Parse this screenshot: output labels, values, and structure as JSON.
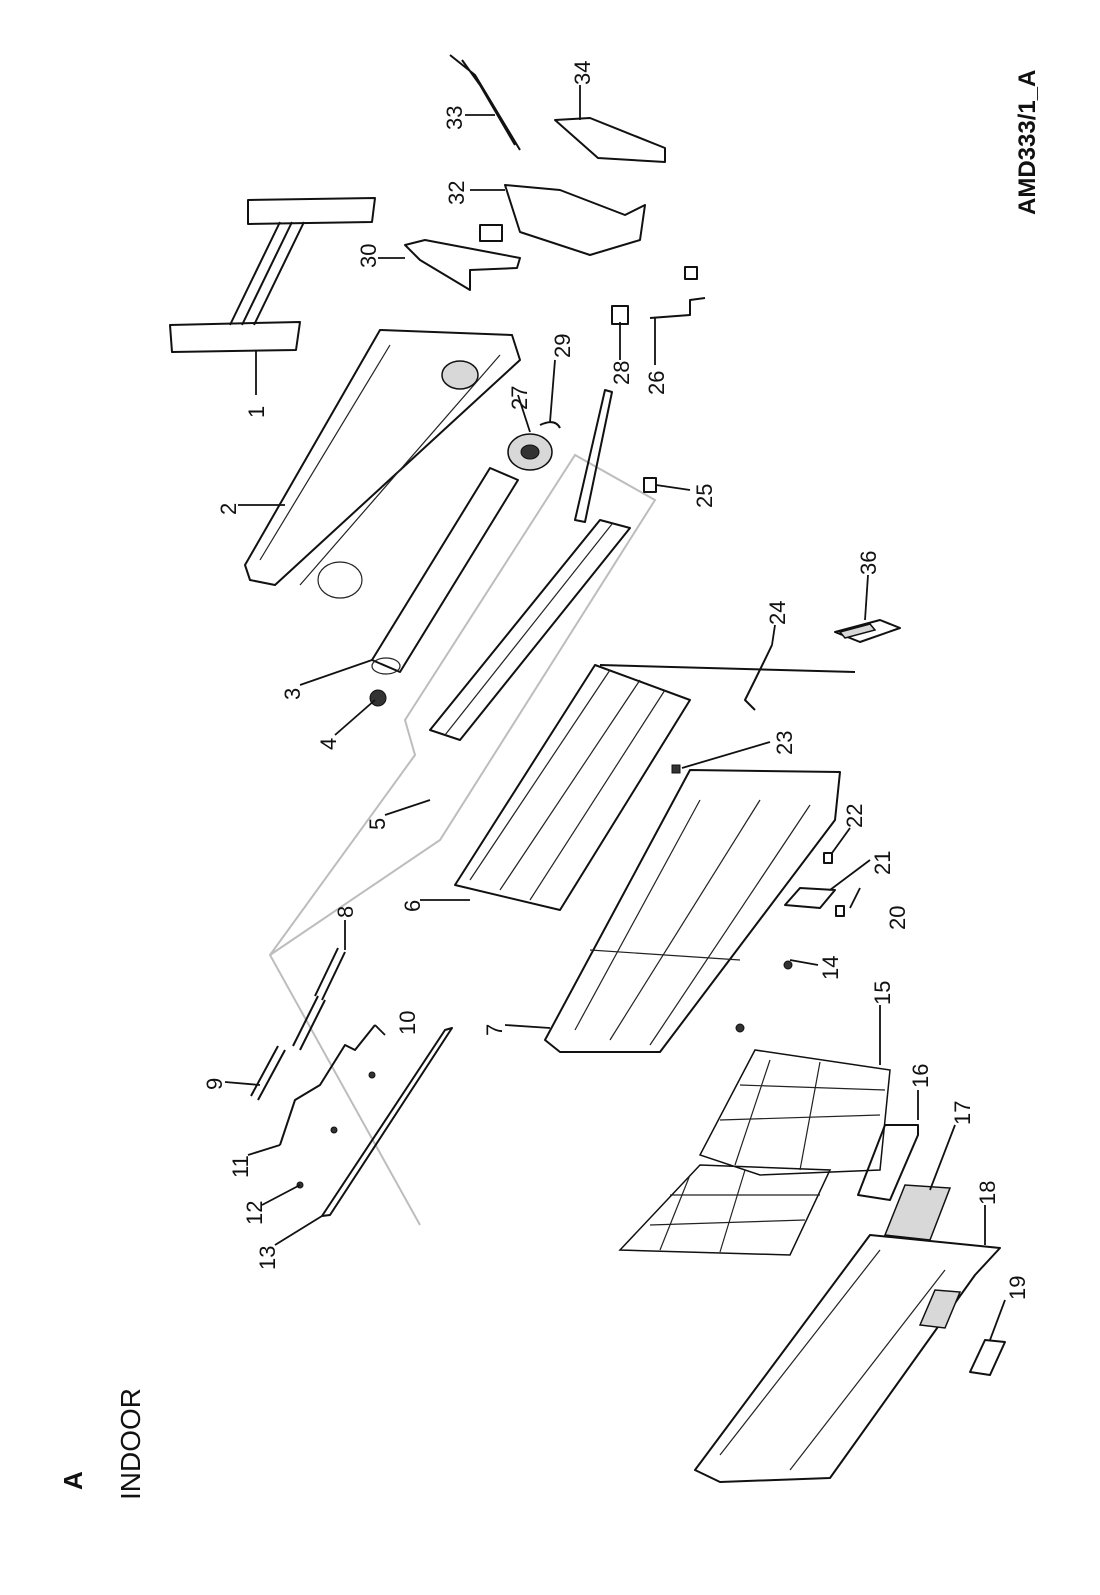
{
  "diagram": {
    "section_letter": "A",
    "section_title": "INDOOR",
    "drawing_code": "AMD333/1_A",
    "callouts": [
      {
        "id": "c1",
        "label": "1"
      },
      {
        "id": "c2",
        "label": "2"
      },
      {
        "id": "c3",
        "label": "3"
      },
      {
        "id": "c4",
        "label": "4"
      },
      {
        "id": "c5",
        "label": "5"
      },
      {
        "id": "c6",
        "label": "6"
      },
      {
        "id": "c7",
        "label": "7"
      },
      {
        "id": "c8",
        "label": "8"
      },
      {
        "id": "c9",
        "label": "9"
      },
      {
        "id": "c10",
        "label": "10"
      },
      {
        "id": "c11",
        "label": "11"
      },
      {
        "id": "c12",
        "label": "12"
      },
      {
        "id": "c13",
        "label": "13"
      },
      {
        "id": "c14",
        "label": "14"
      },
      {
        "id": "c15",
        "label": "15"
      },
      {
        "id": "c16",
        "label": "16"
      },
      {
        "id": "c17",
        "label": "17"
      },
      {
        "id": "c18",
        "label": "18"
      },
      {
        "id": "c19",
        "label": "19"
      },
      {
        "id": "c20",
        "label": "20"
      },
      {
        "id": "c21",
        "label": "21"
      },
      {
        "id": "c22",
        "label": "22"
      },
      {
        "id": "c23",
        "label": "23"
      },
      {
        "id": "c24",
        "label": "24"
      },
      {
        "id": "c25",
        "label": "25"
      },
      {
        "id": "c26",
        "label": "26"
      },
      {
        "id": "c27",
        "label": "27"
      },
      {
        "id": "c28",
        "label": "28"
      },
      {
        "id": "c29",
        "label": "29"
      },
      {
        "id": "c30",
        "label": "30"
      },
      {
        "id": "c32",
        "label": "32"
      },
      {
        "id": "c33",
        "label": "33"
      },
      {
        "id": "c34",
        "label": "34"
      },
      {
        "id": "c36",
        "label": "36"
      }
    ]
  }
}
